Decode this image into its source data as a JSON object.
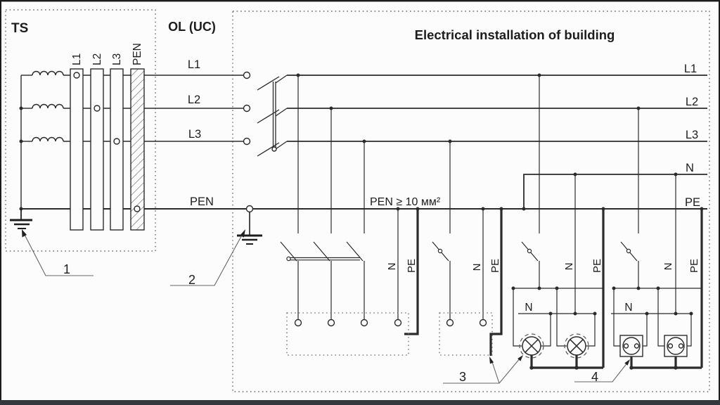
{
  "page": {
    "background": "#fcfcfc",
    "line_color": "#2b2b2b",
    "dotted_color": "#6b6b6b",
    "bottom_bar_color": "#34383c"
  },
  "labels": {
    "ts": "TS",
    "ol": "OL (UC)",
    "title": "Electrical installation of building",
    "busbars": [
      "L1",
      "L2",
      "L3",
      "PEN"
    ],
    "feeder": {
      "l1": "L1",
      "l2": "L2",
      "l3": "L3",
      "pen": "PEN"
    },
    "bus_right": {
      "l1": "L1",
      "l2": "L2",
      "l3": "L3",
      "n": "N",
      "pe": "PE"
    },
    "pen_note": "PEN ≥ 10 мм²",
    "branch": {
      "n": "N",
      "pe": "PE"
    },
    "lamp_group_n": "N",
    "socket_group_n": "N",
    "callouts": {
      "transformer_earth": "1",
      "repeated_earth": "2",
      "appliances": "3",
      "sockets": "4"
    }
  }
}
